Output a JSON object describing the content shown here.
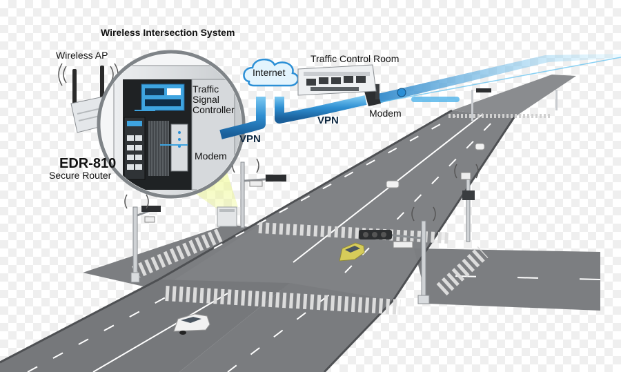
{
  "diagram": {
    "title": "Wireless Intersection System",
    "labels": {
      "wireless_ap": "Wireless AP",
      "internet": "Internet",
      "traffic_control_room": "Traffic Control Room",
      "traffic": "Traffic",
      "signal": "Signal",
      "controller": "Controller",
      "modem_cabinet": "Modem",
      "modem_network": "Modem",
      "vpn_left": "VPN",
      "vpn_right": "VPN",
      "router_model": "EDR-810",
      "router_desc": "Secure Router"
    }
  },
  "colors": {
    "road": "#7d7f82",
    "road_dark": "#5f6164",
    "lane_marking": "#ffffff",
    "network_blue": "#2b8fd6",
    "beam_cyan": "#63c6f2",
    "cabinet": "#d9dcdf",
    "device_blue": "#3ea4e0",
    "signal_cone": "#f3ff9c",
    "car_yellow": "#d6cc5a",
    "car_white": "#f2f2f2"
  }
}
